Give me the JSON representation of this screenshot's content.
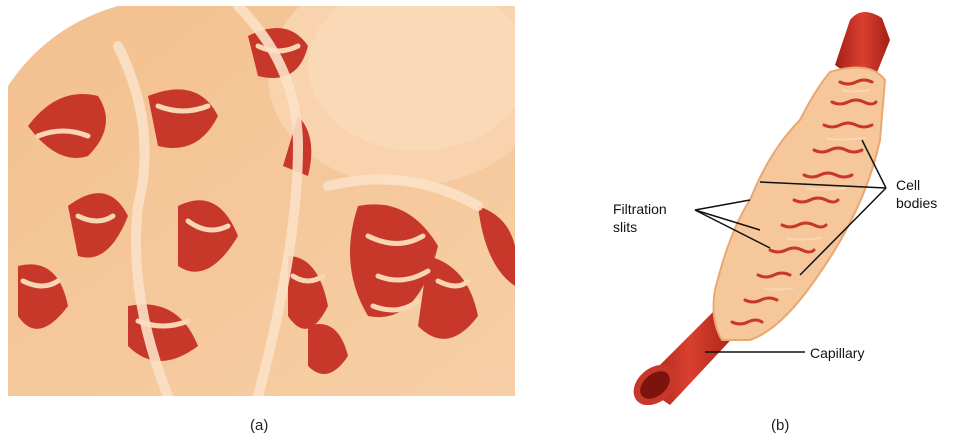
{
  "figure": {
    "panel_a": {
      "caption": "(a)"
    },
    "panel_b": {
      "caption": "(b)",
      "labels": {
        "filtration_line1": "Filtration",
        "filtration_line2": "slits",
        "cell_line1": "Cell",
        "cell_line2": "bodies",
        "capillary": "Capillary"
      }
    }
  },
  "colors": {
    "tissue": "#f6c79a",
    "tissue_light": "#fbdcbb",
    "tissue_edge": "#e9a872",
    "blood": "#c8382a",
    "blood_dark": "#8e1d14",
    "vessel_highlight": "#e5553f"
  }
}
